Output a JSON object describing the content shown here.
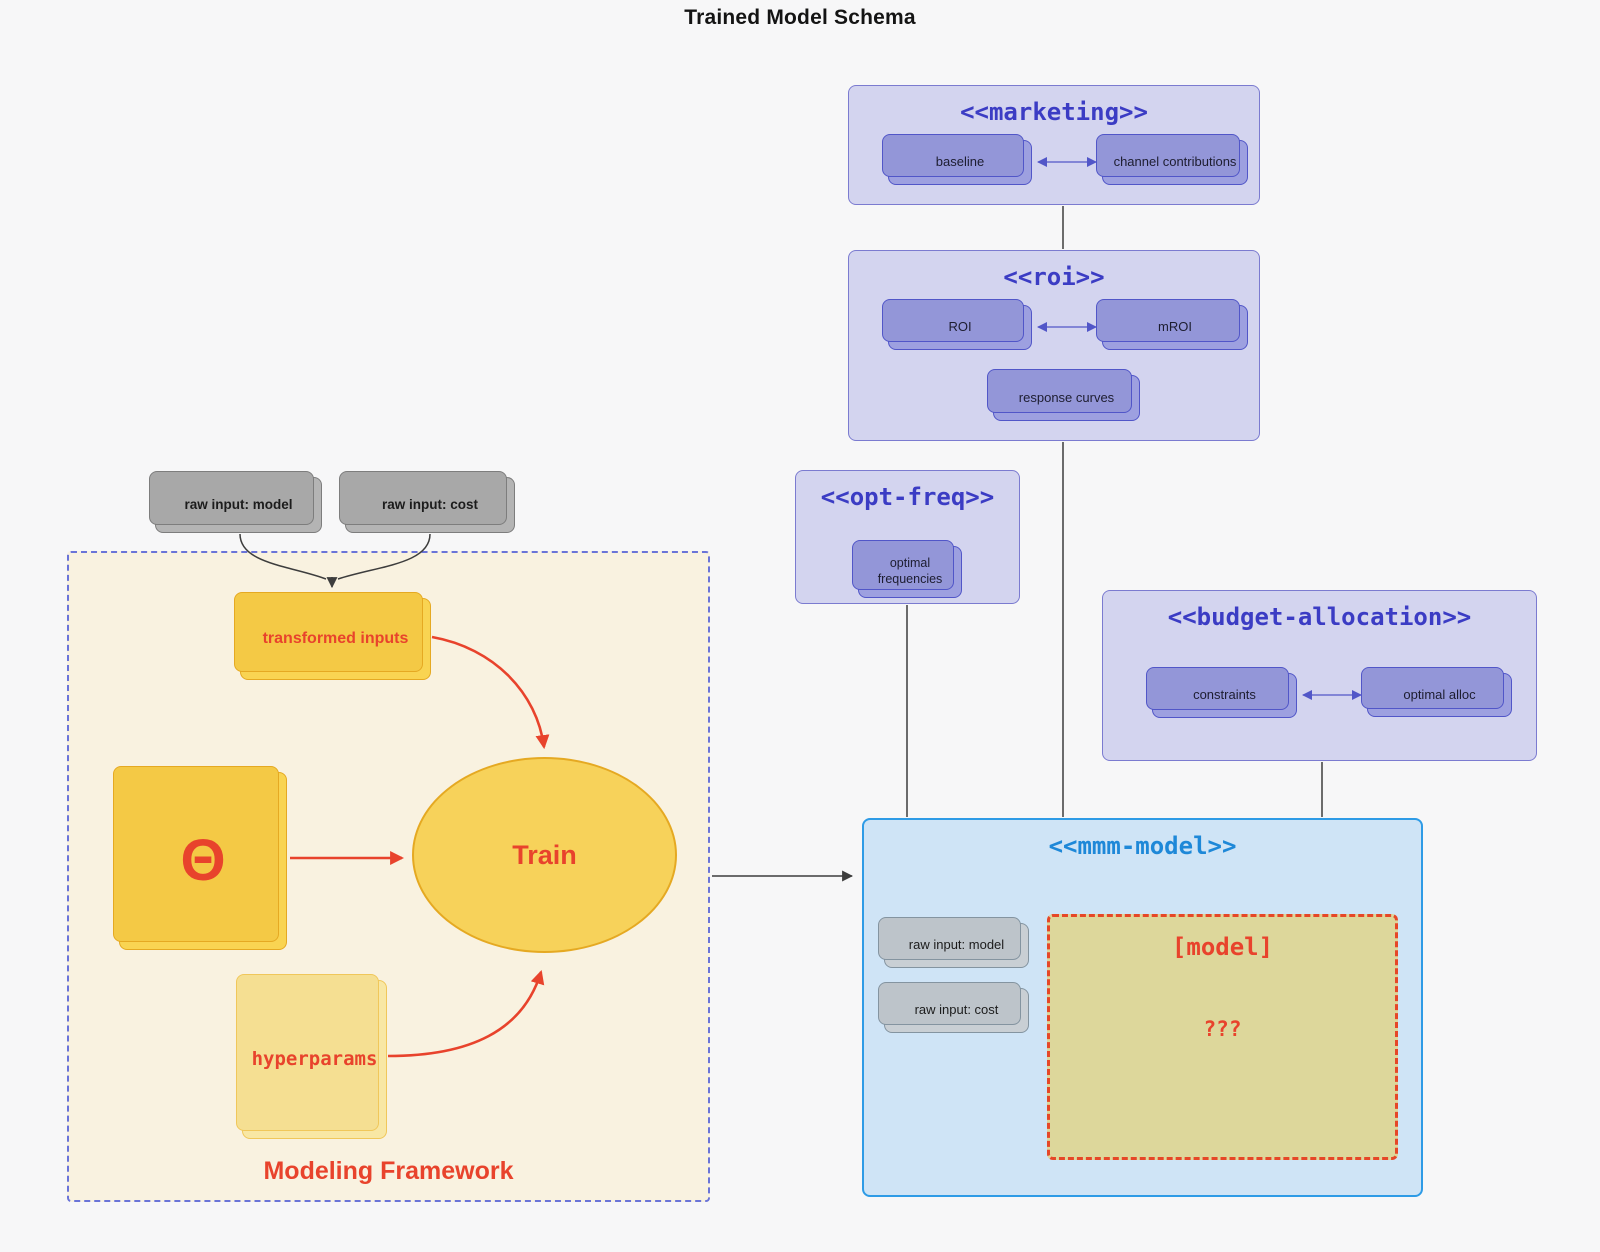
{
  "title": "Trained Model Schema",
  "marketing": {
    "title": "<<marketing>>",
    "baseline": "baseline",
    "channel": "channel contributions"
  },
  "roi": {
    "title": "<<roi>>",
    "roi": "ROI",
    "mroi": "mROI",
    "response": "response curves"
  },
  "opt_freq": {
    "title": "<<opt-freq>>",
    "optimal": "optimal frequencies"
  },
  "budget": {
    "title": "<<budget-allocation>>",
    "constraints": "constraints",
    "alloc": "optimal alloc"
  },
  "mmm": {
    "title": "<<mmm-model>>",
    "raw_model": "raw input: model",
    "raw_cost": "raw input: cost",
    "model_label": "[model]",
    "unknown": "???"
  },
  "framework": {
    "label": "Modeling Framework",
    "transformed": "transformed inputs",
    "theta": "Θ",
    "train": "Train",
    "hyperparams": "hyperparams"
  },
  "inputs": {
    "model": "raw input: model",
    "cost": "raw input: cost"
  },
  "colors": {
    "background": "#f7f7f8",
    "purple_group_fill": "#d3d4ef",
    "purple_group_border": "#7b7bd0",
    "purple_title": "#3b3cc4",
    "purple_node_fill": "#9da0e0",
    "purple_node_border": "#5156c8",
    "blue_group_fill": "#cfe4f6",
    "blue_border": "#2e9be6",
    "blue_title": "#1e88d8",
    "gray_node_fill": "#b4b4b4",
    "steel_node_fill": "#c9cfd4",
    "cream_fill": "#f9f2e0",
    "cream_border": "#6a74d8",
    "yellow_fill": "#f9d452",
    "yellow_border": "#e5a922",
    "light_yellow_fill": "#f8e7a4",
    "khaki_fill": "#ddd79b",
    "red_accent": "#e8432c",
    "wire_gray": "#3d3d3d"
  }
}
